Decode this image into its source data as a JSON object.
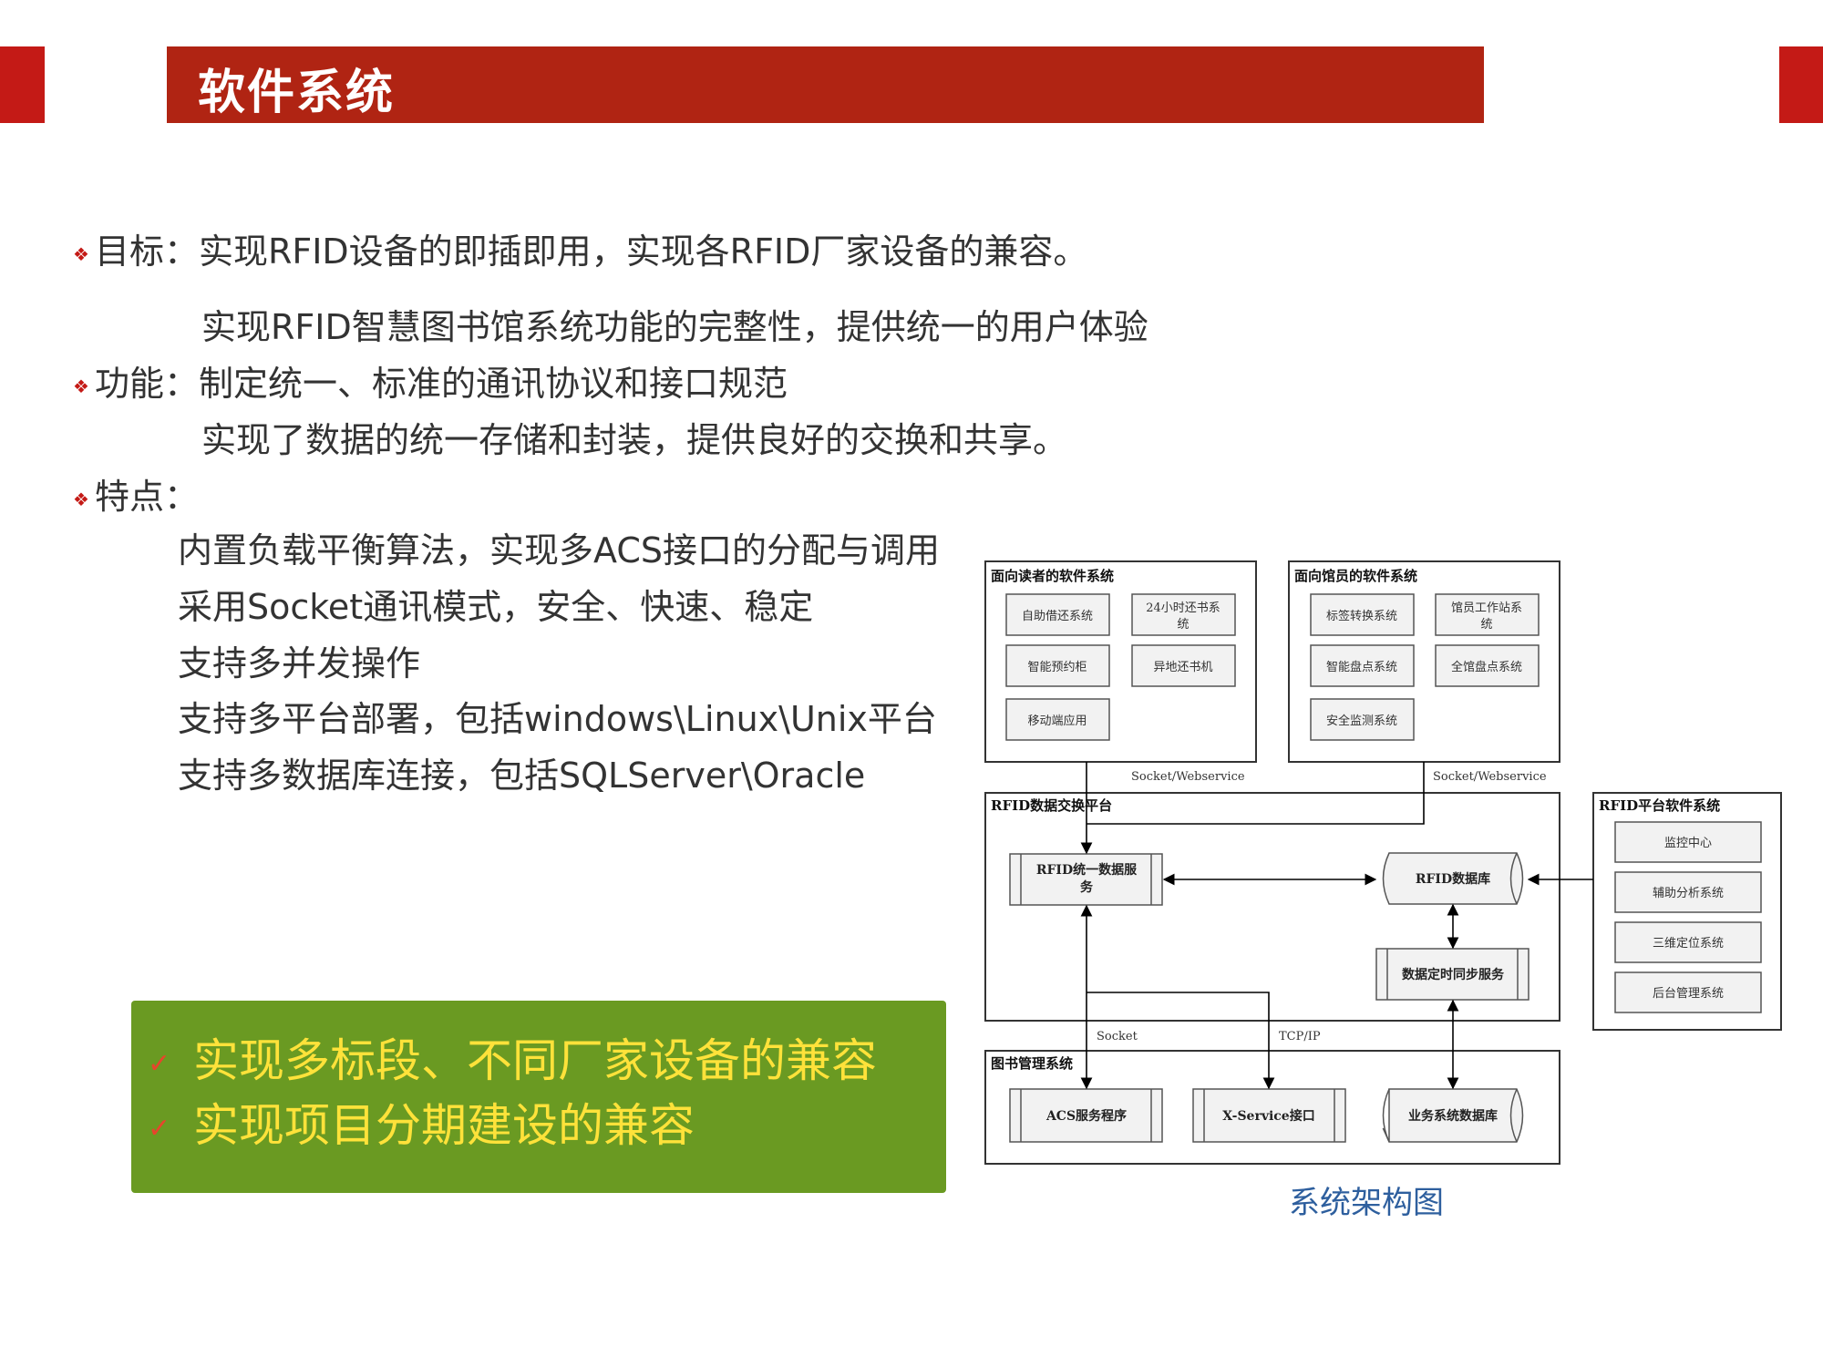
{
  "header": {
    "title": "软件系统"
  },
  "content": {
    "goal_line1": "目标：实现RFID设备的即插即用，实现各RFID厂家设备的兼容。",
    "goal_line2": "实现RFID智慧图书馆系统功能的完整性，提供统一的用户体验",
    "func_line1": "功能：制定统一、标准的通讯协议和接口规范",
    "func_line2": "实现了数据的统一存储和封装，提供良好的交换和共享。",
    "feat_label": "特点：",
    "features": [
      "内置负载平衡算法，实现多ACS接口的分配与调用",
      "采用Socket通讯模式，安全、快速、稳定",
      "支持多并发操作",
      "支持多平台部署，包括windows\\Linux\\Unix平台",
      "支持多数据库连接，包括SQLServer\\Oracle"
    ]
  },
  "highlight": {
    "items": [
      "实现多标段、不同厂家设备的兼容",
      "实现项目分期建设的兼容"
    ]
  },
  "diagram": {
    "caption": "系统架构图",
    "reader_title": "面向读者的软件系统",
    "reader_items": [
      "自助借还系统",
      "24小时还书系",
      "统",
      "智能预约柜",
      "异地还书机",
      "移动端应用"
    ],
    "staff_title": "面向馆员的软件系统",
    "staff_items": [
      "标签转换系统",
      "馆员工作站系",
      "统",
      "智能盘点系统",
      "全馆盘点系统",
      "安全监测系统"
    ],
    "protocol1": "Socket/Webservice",
    "protocol2": "Socket/Webservice",
    "exchange_title": "RFID数据交换平台",
    "rfid_service_1": "RFID统一数据服",
    "rfid_service_2": "务",
    "rfid_db": "RFID数据库",
    "sync_service": "数据定时同步服务",
    "platform_title": "RFID平台软件系统",
    "platform_items": [
      "监控中心",
      "辅助分析系统",
      "三维定位系统",
      "后台管理系统"
    ],
    "socket_label": "Socket",
    "tcpip_label": "TCP/IP",
    "lib_title": "图书管理系统",
    "acs": "ACS服务程序",
    "xservice": "X-Service接口",
    "biz_db": "业务系统数据库"
  },
  "colors": {
    "accent": "#b02413",
    "green": "#6a9a22",
    "highlight_text": "#ffe23a",
    "caption": "#2e5f9e"
  }
}
